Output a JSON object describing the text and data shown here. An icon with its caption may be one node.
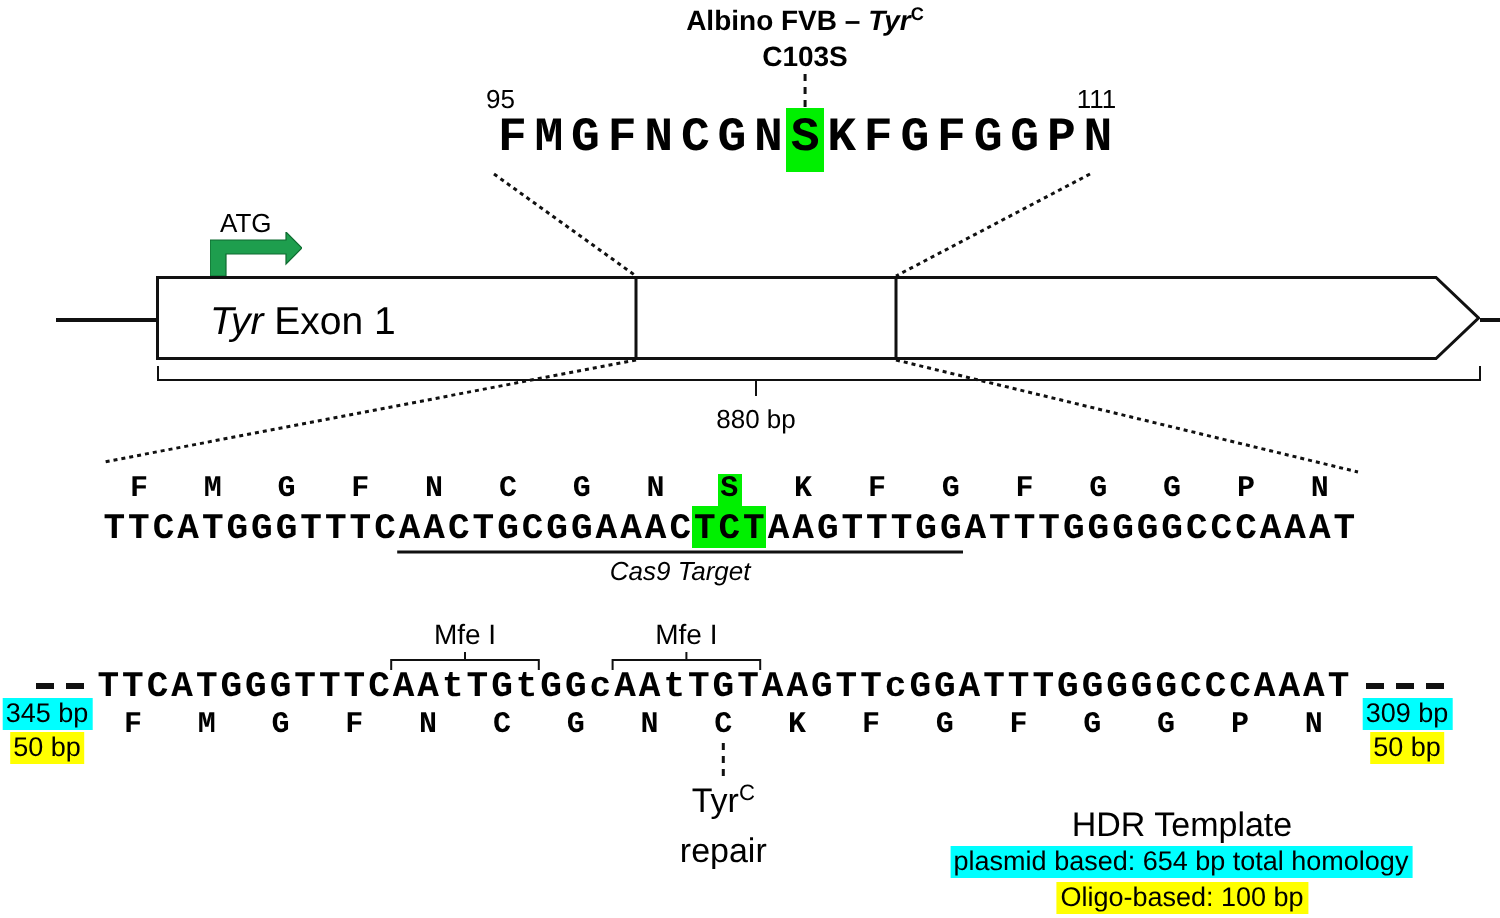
{
  "diagram": {
    "nodes": [
      {
        "text": [
          "Albino FVB – *Tyr*$^{C}$",
          "C103S"
        ]
      },
      {
        "text": [
          "S"
        ]
      },
      {
        "text": [
          "*Tyr* Exon 1"
        ]
      },
      {
        "text": [
          "S"
        ]
      },
      {
        "text": [
          "TCT"
        ]
      },
      {
        "text": [
          "345 bp"
        ]
      },
      {
        "text": [
          "50 bp"
        ]
      },
      {
        "text": [
          "309 bp"
        ]
      },
      {
        "text": [
          "50 bp"
        ]
      },
      {
        "text": [
          "C"
        ]
      },
      {
        "text": [
          "Tyr$^{C}$ repair"
        ]
      },
      {
        "text": [
          "plasmid based: 654 bp total homology"
        ]
      },
      {
        "text": [
          "Oligo-based: 100 bp"
        ]
      }
    ],
    "edges": [
      {
        "from": 0,
        "to": 1,
        "arrow": "none",
        "style": "dashed"
      },
      {
        "from": 10,
        "to": 9,
        "arrow": "none",
        "style": "dashed"
      }
    ],
    "labels": [
      "95",
      "FMGFNCGN",
      "KFGFGGPN",
      "111",
      "ATG",
      "880 bp",
      "F M G F N C G N",
      "K F G F G G P N",
      "TTCATGGGTTTCAACTGCGGAAAC",
      "AAGTTTGGATTTGGGGGCCCAAAT",
      "Cas9 Target",
      "Mfe I",
      "Mfe I",
      "TTCATGGGTTTCAAtTGtGGcAAtTGTAAGTTcGGATTTGGGGGCCCAAAT",
      "F M G F N C G N",
      "K F G F G G P N",
      "HDR Template"
    ]
  }
}
